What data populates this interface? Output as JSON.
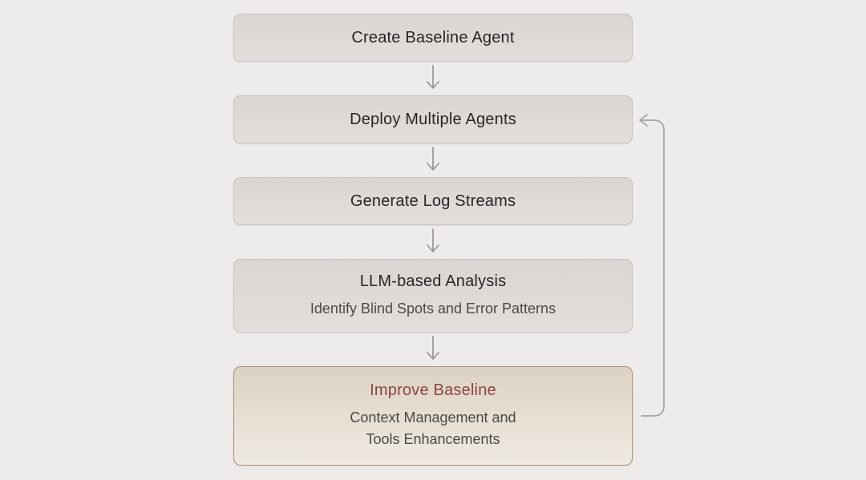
{
  "diagram": {
    "title": "Agent improvement loop flowchart",
    "nodes": [
      {
        "id": "create-baseline-agent",
        "label": "Create Baseline Agent"
      },
      {
        "id": "deploy-multiple-agents",
        "label": "Deploy Multiple Agents"
      },
      {
        "id": "generate-log-streams",
        "label": "Generate Log Streams"
      },
      {
        "id": "llm-based-analysis",
        "label": "LLM-based Analysis",
        "sublabel": "Identify Blind Spots and Error Patterns"
      },
      {
        "id": "improve-baseline",
        "label": "Improve Baseline",
        "sublabel_line1": "Context Management and",
        "sublabel_line2": "Tools Enhancements",
        "accent": true
      }
    ],
    "edges": [
      {
        "from": "create-baseline-agent",
        "to": "deploy-multiple-agents",
        "type": "down-arrow"
      },
      {
        "from": "deploy-multiple-agents",
        "to": "generate-log-streams",
        "type": "down-arrow"
      },
      {
        "from": "generate-log-streams",
        "to": "llm-based-analysis",
        "type": "down-arrow"
      },
      {
        "from": "llm-based-analysis",
        "to": "improve-baseline",
        "type": "down-arrow"
      },
      {
        "from": "improve-baseline",
        "to": "deploy-multiple-agents",
        "type": "feedback-loop-right"
      }
    ],
    "colors": {
      "background": "#edeceb",
      "node_fill_top": "#d9d6d2",
      "node_fill_bottom": "#e2dfdb",
      "node_border": "#c7c4c0",
      "node_text": "#262626",
      "node_subtext": "#494947",
      "accent_fill_top": "#dcd2c2",
      "accent_fill_bottom": "#efeae2",
      "accent_border": "#b18c7b",
      "accent_text": "#8c4640",
      "arrow": "#97948f"
    }
  }
}
